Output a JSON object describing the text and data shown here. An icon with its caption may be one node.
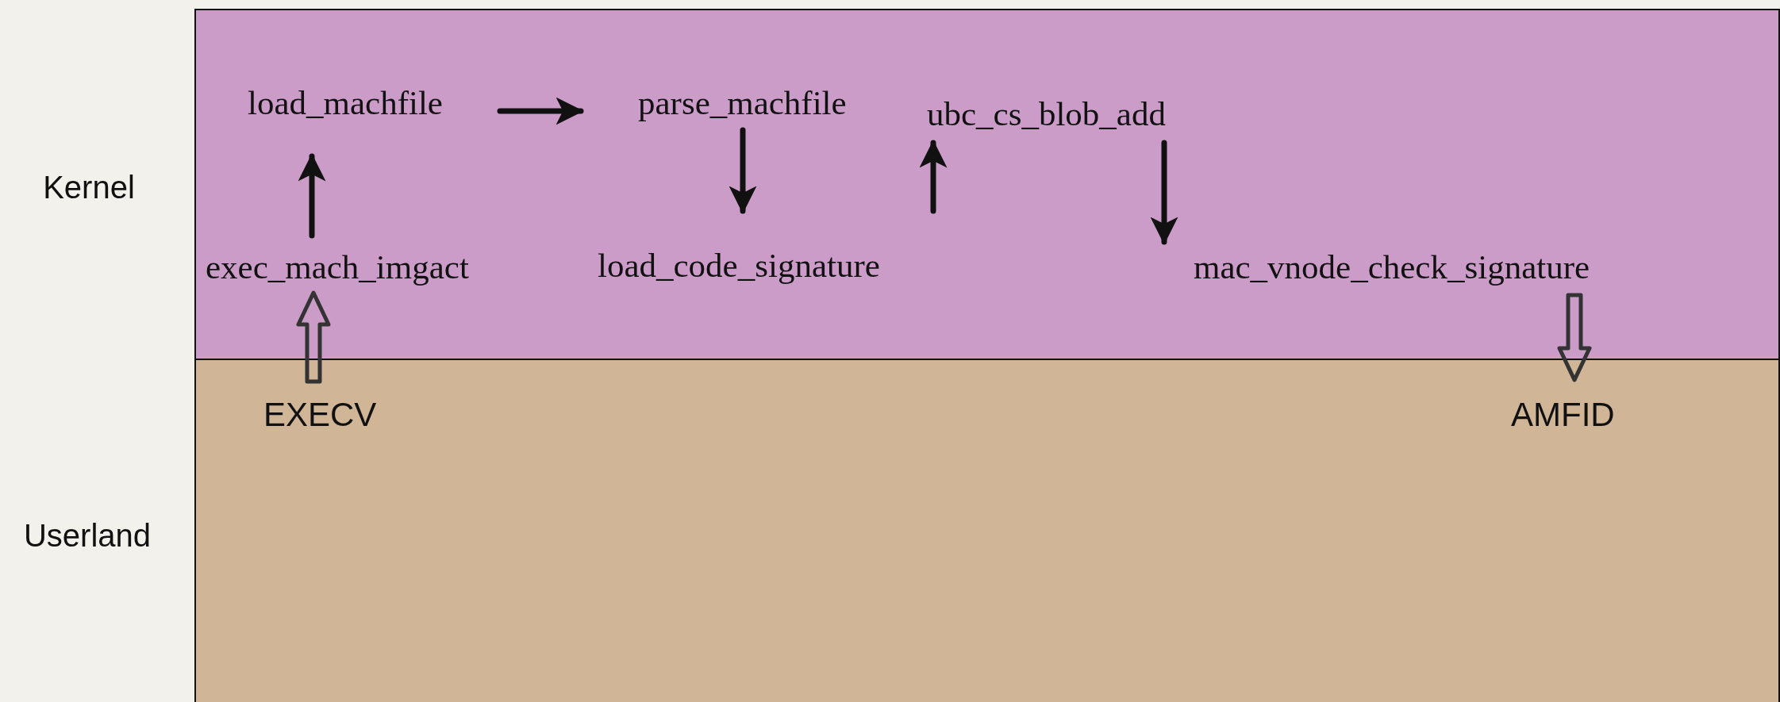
{
  "diagram": {
    "nodes": [
      {
        "text": [],
        "shape": "box",
        "beside": [
          "Kernel"
        ]
      },
      {
        "text": [],
        "shape": "box",
        "beside": [
          "Userland"
        ]
      },
      {
        "text": [
          "load_machfile"
        ],
        "in": 0
      },
      {
        "text": [
          "parse_machfile"
        ],
        "in": 0
      },
      {
        "text": [
          "ubc_cs_blob_add"
        ],
        "in": 0
      },
      {
        "text": [
          "exec_mach_imgact"
        ],
        "in": 0
      },
      {
        "text": [
          "load_code_signature"
        ],
        "in": 0
      },
      {
        "text": [
          "mac_vnode_check_signature"
        ],
        "in": 0
      },
      {
        "text": [
          "EXECV"
        ],
        "in": 1
      },
      {
        "text": [
          "AMFID"
        ],
        "in": 1
      }
    ],
    "edges": [
      {
        "from": 8,
        "to": 5,
        "arrow": "to",
        "style": "thick"
      },
      {
        "from": 5,
        "to": 2,
        "arrow": "to"
      },
      {
        "from": 2,
        "to": 3,
        "arrow": "to"
      },
      {
        "from": 3,
        "to": 6,
        "arrow": "to"
      },
      {
        "from": 6,
        "to": 4,
        "arrow": "to"
      },
      {
        "from": 4,
        "to": 7,
        "arrow": "to"
      },
      {
        "from": 7,
        "to": 9,
        "arrow": "to",
        "style": "thick"
      }
    ]
  }
}
